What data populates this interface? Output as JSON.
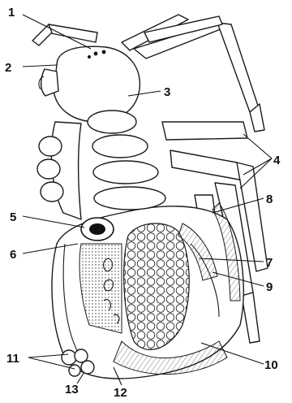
{
  "figure": {
    "labels": [
      "1",
      "2",
      "3",
      "4",
      "5",
      "6",
      "7",
      "8",
      "9",
      "10",
      "11",
      "12",
      "13"
    ]
  },
  "colors": {
    "ink": "#1a1a1a",
    "paper": "#ffffff"
  }
}
